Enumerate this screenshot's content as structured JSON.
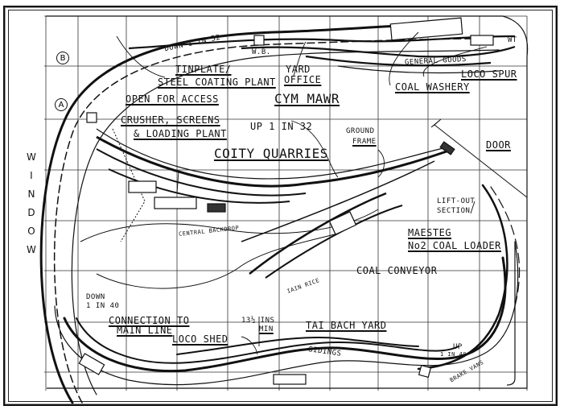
{
  "diagram": {
    "type": "model railway track plan",
    "labels": {
      "tinplate": "TINPLATE/",
      "steel_coating": "STEEL COATING PLANT",
      "down_1in32": "DOWN 1 IN 32",
      "wb": "W.B.",
      "yard_office_1": "YARD",
      "yard_office_2": "OFFICE",
      "general_goods": "GENERAL GOODS",
      "wt": "WT",
      "loco_spur": "LOCO SPUR",
      "coal_washery": "COAL WASHERY",
      "open_for_access": "OPEN FOR ACCESS",
      "cym_mawr": "CYM MAWR",
      "crusher_1": "CRUSHER, SCREENS",
      "crusher_2": "& LOADING PLANT",
      "up_1in32": "UP 1 IN 32",
      "ground_frame_1": "GROUND",
      "ground_frame_2": "FRAME",
      "coity_quarries": "COITY QUARRIES",
      "door": "DOOR",
      "lift_out_1": "LIFT-OUT",
      "lift_out_2": "SECTION",
      "central_backdrop": "CENTRAL BACKDROP",
      "maesteg_1": "MAESTEG",
      "maesteg_2": "No2 COAL LOADER",
      "coal_conveyor": "COAL CONVEYOR",
      "iain_rice": "IAIN RICE",
      "down_1in40_1": "DOWN",
      "down_1in40_2": "1 IN 40",
      "connection_1": "CONNECTION TO",
      "connection_2": "MAIN LINE",
      "min_radius_1": "13½ INS",
      "min_radius_2": "MIN",
      "loco_shed": "LOCO SHED",
      "tai_bach_yard": "TAI BACH YARD",
      "sidings": "SIDINGS",
      "up_1in40_1": "UP",
      "up_1in40_2": "1 IN 40",
      "brake_vans": "BRAKE VANS",
      "marker_a": "A",
      "marker_b": "B"
    },
    "window_letters": [
      "W",
      "I",
      "N",
      "D",
      "O",
      "W"
    ]
  }
}
